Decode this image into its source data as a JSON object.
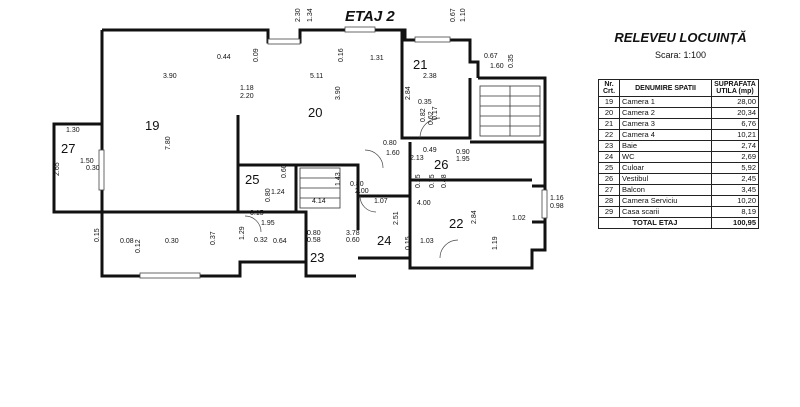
{
  "floor_title": "ETAJ 2",
  "relevee": {
    "title": "RELEVEU LOCUINȚĂ",
    "scale": "Scara: 1:100",
    "headers": {
      "nr": "Nr. Crt.",
      "name": "DENUMIRE SPATII",
      "area": "SUPRAFATA UTILA (mp)"
    },
    "rows": [
      {
        "nr": "19",
        "name": "Camera 1",
        "area": "28,00"
      },
      {
        "nr": "20",
        "name": "Camera 2",
        "area": "20,34"
      },
      {
        "nr": "21",
        "name": "Camera 3",
        "area": "6,76"
      },
      {
        "nr": "22",
        "name": "Camera 4",
        "area": "10,21"
      },
      {
        "nr": "23",
        "name": "Baie",
        "area": "2,74"
      },
      {
        "nr": "24",
        "name": "WC",
        "area": "2,69"
      },
      {
        "nr": "25",
        "name": "Culoar",
        "area": "5,92"
      },
      {
        "nr": "26",
        "name": "Vestibul",
        "area": "2,45"
      },
      {
        "nr": "27",
        "name": "Balcon",
        "area": "3,45"
      },
      {
        "nr": "28",
        "name": "Camera Serviciu",
        "area": "10,20"
      },
      {
        "nr": "29",
        "name": "Casa scarii",
        "area": "8,19"
      }
    ],
    "total_label": "TOTAL ETAJ",
    "total_value": "100,95"
  },
  "plan": {
    "room_labels": [
      "19",
      "20",
      "21",
      "22",
      "23",
      "24",
      "25",
      "26",
      "27"
    ],
    "dimensions": [
      "2.30",
      "1.34",
      "0.67",
      "1.10",
      "0.44",
      "0.09",
      "0.16",
      "1.31",
      "0.67",
      "1.60",
      "0.35",
      "3.90",
      "5.11",
      "2.38",
      "1.18",
      "2.20",
      "3.90",
      "2.84",
      "0.35",
      "0.17",
      "0.82",
      "0.62",
      "1.30",
      "7.80",
      "0.80",
      "1.60",
      "2.13",
      "0.49",
      "0.90",
      "1.95",
      "1.50",
      "0.30",
      "2.65",
      "0.60",
      "1.43",
      "0.80",
      "2.00",
      "0.25",
      "0.75",
      "0.48",
      "1.16",
      "0.98",
      "0.80",
      "1.24",
      "4.14",
      "1.07",
      "2.51",
      "4.00",
      "2.84",
      "1.02",
      "0.15",
      "0.08",
      "0.30",
      "0.12",
      "0.37",
      "1.95",
      "1.29",
      "0.32",
      "0.64",
      "0.80",
      "0.58",
      "0.60",
      "3.78",
      "1.03",
      "1.19",
      "0.15",
      "0.15"
    ]
  }
}
